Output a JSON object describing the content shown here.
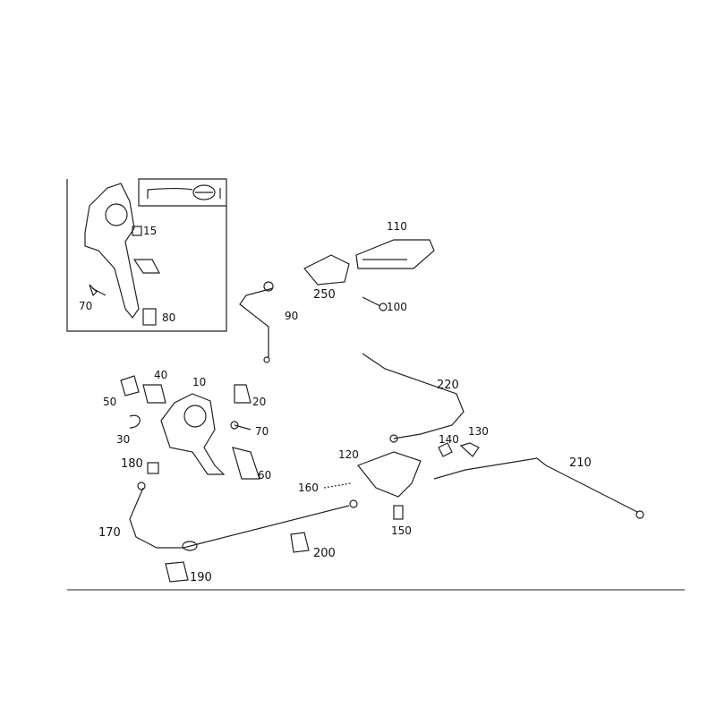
{
  "diagram": {
    "inset_labels": {
      "p15": "15",
      "p70": "70",
      "p80": "80"
    },
    "labels": {
      "p110": "110",
      "p250": "250",
      "p100": "100",
      "p90": "90",
      "p40": "40",
      "p10": "10",
      "p50": "50",
      "p20": "20",
      "p30": "30",
      "p70": "70",
      "p180": "180",
      "p60": "60",
      "p220": "220",
      "p140": "140",
      "p130": "130",
      "p120": "120",
      "p210": "210",
      "p160": "160",
      "p150": "150",
      "p170": "170",
      "p200": "200",
      "p190": "190"
    }
  }
}
